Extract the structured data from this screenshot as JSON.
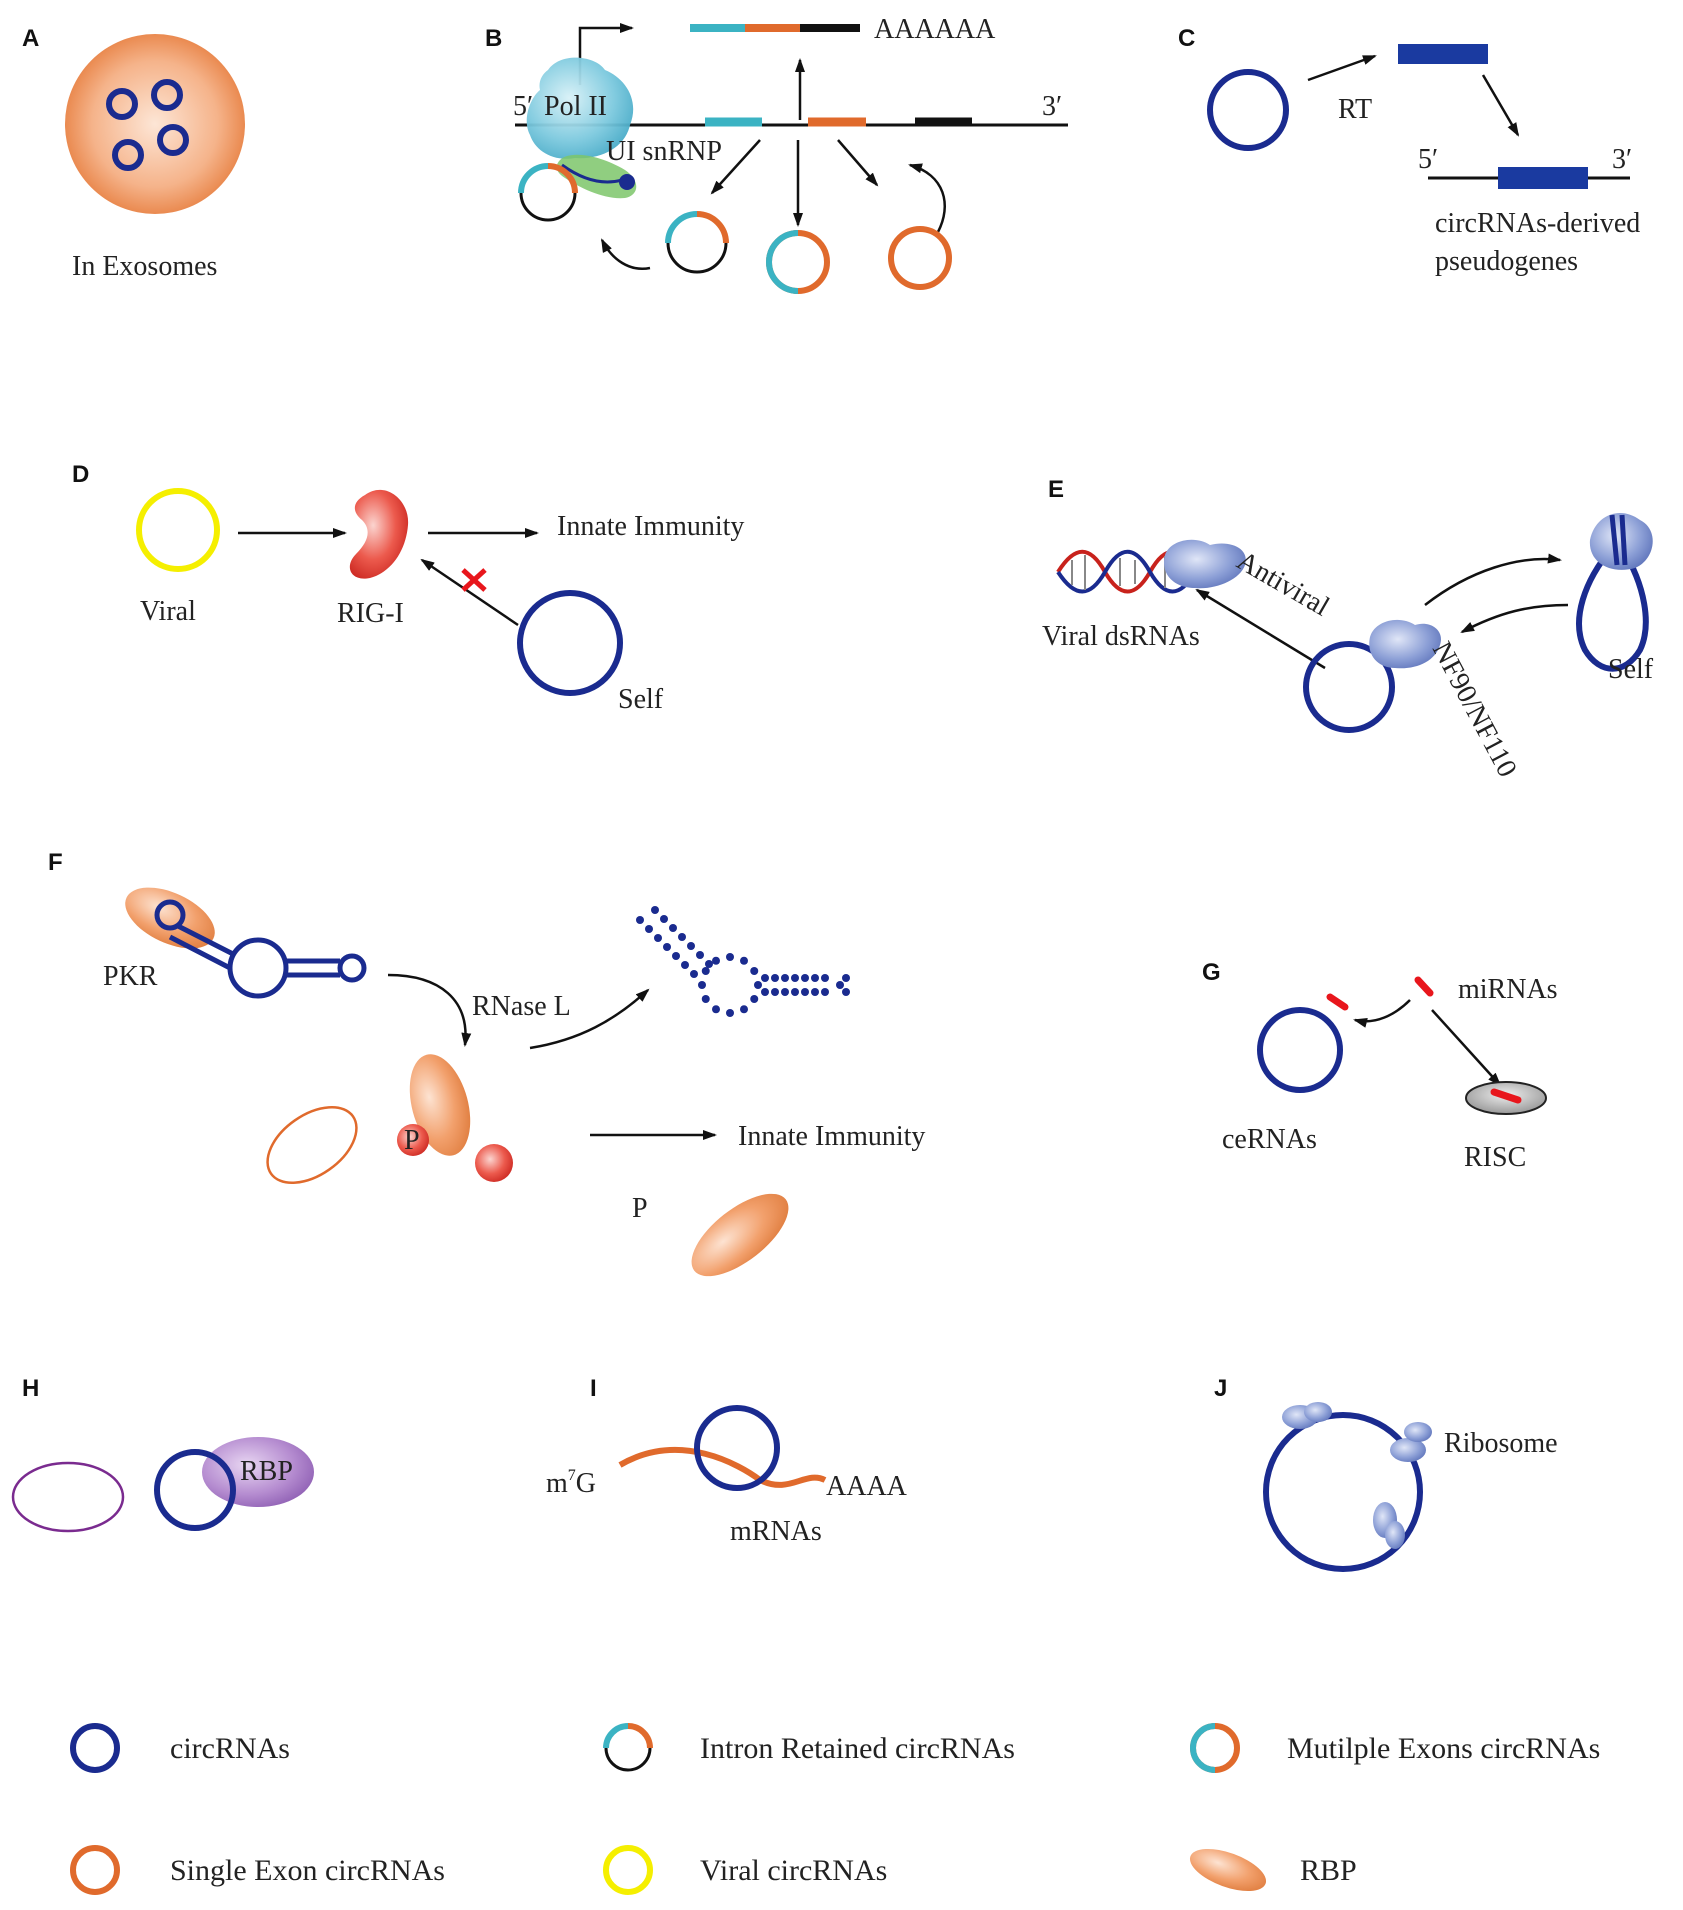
{
  "panels": {
    "A": {
      "label": "A",
      "caption": "In Exosomes"
    },
    "B": {
      "label": "B",
      "polya": "AAAAAA",
      "five_prime": "5′",
      "pol": "Pol II",
      "three_prime": "3′",
      "snrnp": "UI snRNP"
    },
    "C": {
      "label": "C",
      "rt": "RT",
      "five_prime": "5′",
      "three_prime": "3′",
      "caption_line1": "circRNAs-derived",
      "caption_line2": "pseudogenes"
    },
    "D": {
      "label": "D",
      "viral": "Viral",
      "rigi": "RIG-I",
      "innate": "Innate Immunity",
      "self": "Self"
    },
    "E": {
      "label": "E",
      "viral_dsrnas": "Viral dsRNAs",
      "antiviral": "Antiviral",
      "nf": "NF90/NF110",
      "self": "Self"
    },
    "F": {
      "label": "F",
      "pkr": "PKR",
      "rnase": "RNase L",
      "p_inner": "P",
      "innate": "Innate Immunity",
      "p_outer": "P"
    },
    "G": {
      "label": "G",
      "mirnas": "miRNAs",
      "cernas": "ceRNAs",
      "risc": "RISC"
    },
    "H": {
      "label": "H",
      "rbp": "RBP"
    },
    "I": {
      "label": "I",
      "m7g": "m",
      "m7g_sup": "7",
      "m7g_end": "G",
      "polya": "AAAA",
      "mrnas": "mRNAs"
    },
    "J": {
      "label": "J",
      "ribosome": "Ribosome"
    }
  },
  "legend": [
    {
      "label": "circRNAs",
      "icon": "dark-blue-circle-icon"
    },
    {
      "label": "Intron Retained circRNAs",
      "icon": "intron-retained-circle-icon"
    },
    {
      "label": "Mutilple Exons circRNAs",
      "icon": "multiple-exons-circle-icon"
    },
    {
      "label": "Single Exon circRNAs",
      "icon": "orange-circle-icon"
    },
    {
      "label": "Viral circRNAs",
      "icon": "yellow-circle-icon"
    },
    {
      "label": "RBP",
      "icon": "rbp-ellipse-icon"
    }
  ],
  "colors": {
    "circ_blue": "#1a2b8f",
    "exon_cyan": "#3bb3c3",
    "exon_orange": "#e06a2c",
    "viral_yellow": "#f5ef00",
    "rbp_orange": "#f2a06c",
    "rig_red": "#d9302c",
    "rbp_purple": "#a070c0"
  }
}
